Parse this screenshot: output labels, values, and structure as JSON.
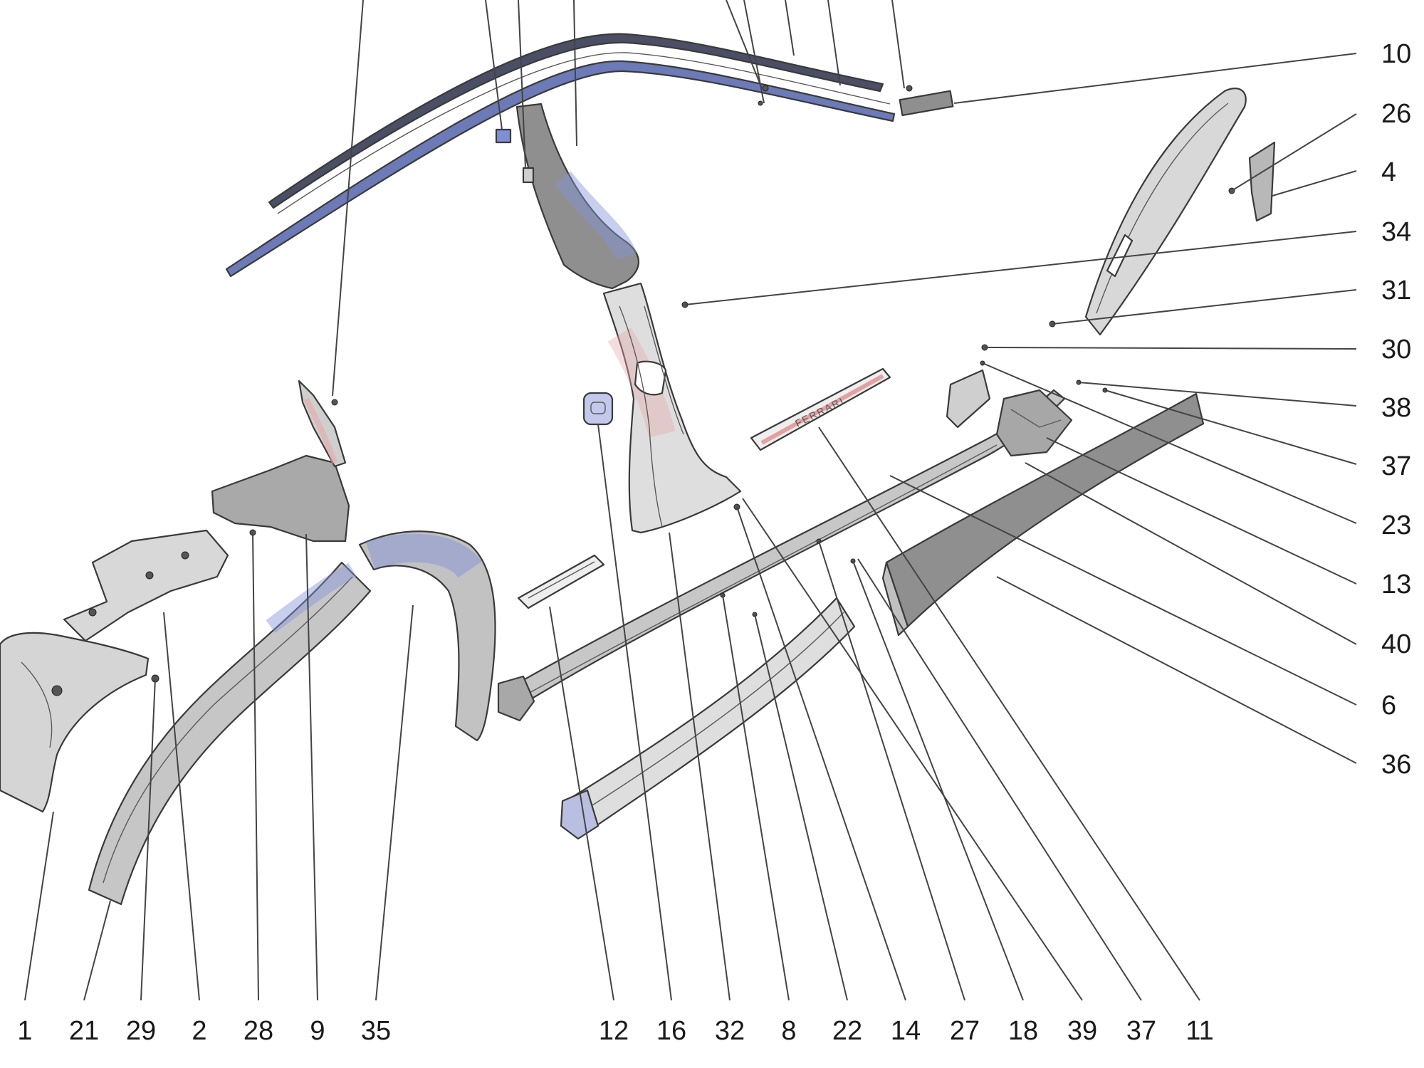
{
  "palette": {
    "part_light": "#e4e4e4",
    "part_mid": "#c9c9c9",
    "part_dark": "#8d8d8d",
    "accent_blue": "#7f8fd6",
    "accent_red": "#e9b1b1",
    "outline": "#3a3a3a"
  },
  "callouts": {
    "bottom": [
      "1",
      "21",
      "29",
      "2",
      "28",
      "9",
      "35",
      "12",
      "16",
      "32",
      "8",
      "22",
      "14",
      "27",
      "18",
      "39",
      "37",
      "11"
    ],
    "right": [
      "10",
      "26",
      "4",
      "34",
      "31",
      "30",
      "38",
      "37",
      "23",
      "13",
      "40",
      "6",
      "36"
    ]
  },
  "parts": [
    {
      "id": "1",
      "icon": "inner-wheel-arch-liner-icon"
    },
    {
      "id": "2",
      "icon": "heat-shield-panel-icon"
    },
    {
      "id": "9",
      "icon": "front-bracket-icon"
    },
    {
      "id": "21",
      "icon": "front-fender-trim-icon"
    },
    {
      "id": "35",
      "icon": "wheel-arch-extension-icon"
    },
    {
      "id": "12",
      "icon": "front-sill-plate-icon"
    },
    {
      "id": "16",
      "icon": "seat-belt-guide-icon"
    },
    {
      "id": "32",
      "icon": "b-pillar-trim-icon"
    },
    {
      "id": "11",
      "icon": "door-sill-plate-icon"
    },
    {
      "id": "6",
      "icon": "inner-sill-trim-icon"
    },
    {
      "id": "36",
      "icon": "outer-side-skirt-icon"
    },
    {
      "id": "10",
      "icon": "roof-end-cap-icon"
    },
    {
      "id": "4",
      "icon": "rear-fender-trim-icon"
    },
    {
      "id": "13",
      "icon": "rear-bracket-icon"
    }
  ]
}
